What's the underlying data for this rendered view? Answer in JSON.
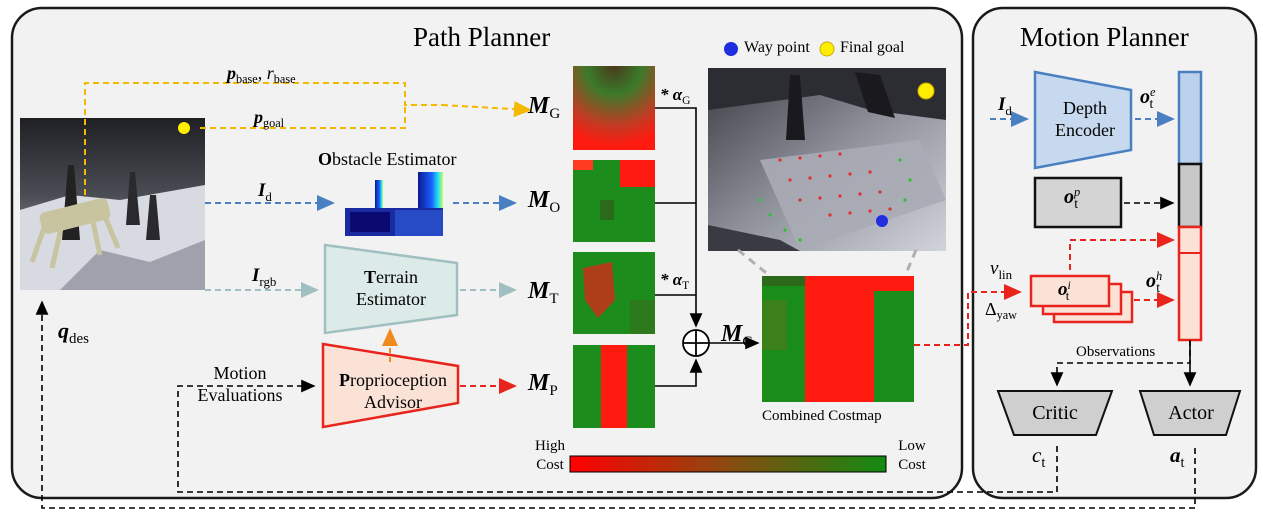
{
  "path_planner": {
    "title": "Path Planner",
    "inputs": {
      "p_base_sym": "p",
      "p_base_sub": "base",
      "r_base_sym": "r",
      "r_base_sub": "base",
      "p_goal_sym": "p",
      "p_goal_sub": "goal",
      "i_d_sym": "I",
      "i_d_sub": "d",
      "i_rgb_sym": "I",
      "i_rgb_sub": "rgb",
      "q_des_sym": "q",
      "q_des_sub": "des"
    },
    "obstacle_estimator": {
      "initial": "O",
      "rest": "bstacle Estimator"
    },
    "terrain_estimator": {
      "initial": "T",
      "line1_rest": "errain",
      "line2": "Estimator"
    },
    "proprioception_advisor": {
      "initial": "P",
      "line1_rest": "roprioception",
      "line2": "Advisor"
    },
    "motion_evaluations": {
      "line1": "Motion",
      "line2": "Evaluations"
    },
    "maps": [
      {
        "sym": "M",
        "sub": "G",
        "weight": "* α",
        "weight_sub": "G"
      },
      {
        "sym": "M",
        "sub": "O"
      },
      {
        "sym": "M",
        "sub": "T",
        "weight": "* α",
        "weight_sub": "T"
      },
      {
        "sym": "M",
        "sub": "P"
      }
    ],
    "combined": {
      "sym": "M",
      "sub": "C",
      "caption": "Combined Costmap"
    },
    "legend": {
      "way_point": "Way point",
      "final_goal": "Final goal"
    },
    "colorbar": {
      "high_line1": "High",
      "high_line2": "Cost",
      "low_line1": "Low",
      "low_line2": "Cost"
    }
  },
  "motion_planner": {
    "title": "Motion Planner",
    "depth_encoder": {
      "line1": "Depth",
      "line2": "Encoder"
    },
    "i_d_sym": "I",
    "i_d_sub": "d",
    "o_e_sym": "o",
    "o_e_sub": "t",
    "o_e_sup": "e",
    "o_p_sym": "o",
    "o_p_sub": "t",
    "o_p_sup": "p",
    "o_i_sym": "o",
    "o_i_sub": "t",
    "o_i_sup": "i",
    "o_h_sym": "o",
    "o_h_sub": "t",
    "o_h_sup": "h",
    "v_lin_sym": "v",
    "v_lin_sub": "lin",
    "delta_yaw_sym": "Δ",
    "delta_yaw_sub": "yaw",
    "observations": "Observations",
    "critic": "Critic",
    "actor": "Actor",
    "c_t_sym": "c",
    "c_t_sub": "t",
    "a_t_sym": "a",
    "a_t_sub": "t"
  },
  "colors": {
    "yellow_arrow": "#f5b800",
    "blue_arrow": "#4a7fc1",
    "teal_arrow": "#9fbfc0",
    "orange_arrow": "#f08a1c",
    "red_arrow": "#e8241c",
    "high_cost": "#ff0000",
    "low_cost": "#1a8a1a",
    "way_point": "#1f2fe0",
    "final_goal": "#ffee00"
  }
}
